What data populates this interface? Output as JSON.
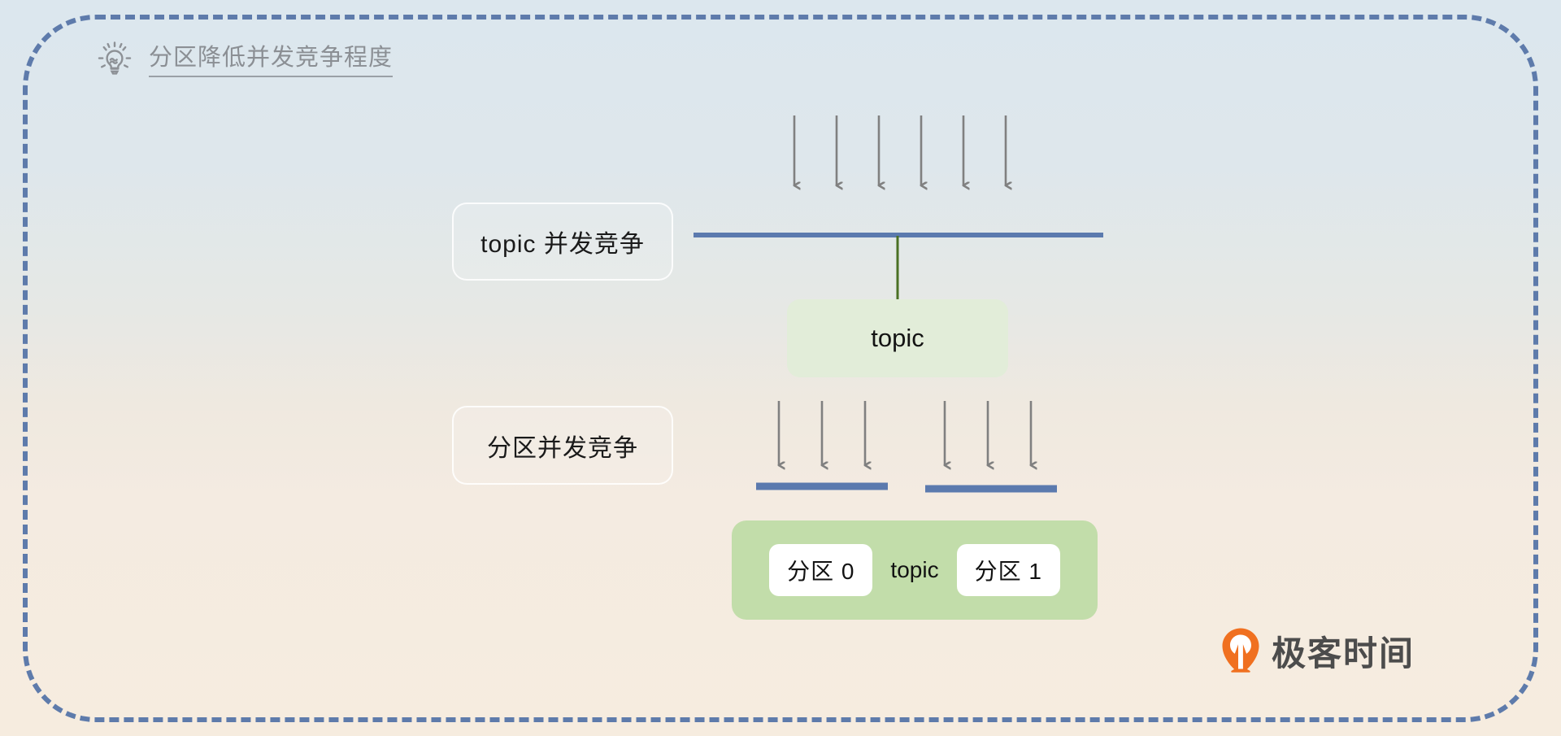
{
  "frame": {
    "border_color": "#5e7bab",
    "style": "dashed-rounded"
  },
  "background": {
    "gradient_top": "#dce7ee",
    "gradient_bottom": "#f6ecdf"
  },
  "header": {
    "icon": "lightbulb-icon",
    "title": "分区降低并发竞争程度",
    "title_color": "#8b8f94"
  },
  "diagram": {
    "type": "concept-diagram",
    "labels": {
      "topic_contention": "topic 并发竞争",
      "partition_contention": "分区并发竞争"
    },
    "topic_box": {
      "label": "topic",
      "fill": "#e2edd9"
    },
    "partitions_box": {
      "fill": "#c2ddaa",
      "center_label": "topic",
      "chips": [
        {
          "label": "分区 0"
        },
        {
          "label": "分区 1"
        }
      ]
    },
    "arrows": {
      "color": "#808080",
      "top_group_count": 6,
      "bottom_left_group_count": 3,
      "bottom_right_group_count": 3
    },
    "bars": {
      "color": "#5b7aae",
      "top_bar_label": "topic-contention-bar",
      "bottom_bar_left_label": "partition-0-bar",
      "bottom_bar_right_label": "partition-1-bar"
    },
    "connector": {
      "color": "#4a7024",
      "label": "topic-connector"
    }
  },
  "logo": {
    "mark": "geektime-logo-icon",
    "mark_color": "#f07020",
    "text": "极客时间",
    "text_color": "#4c4c4c"
  }
}
